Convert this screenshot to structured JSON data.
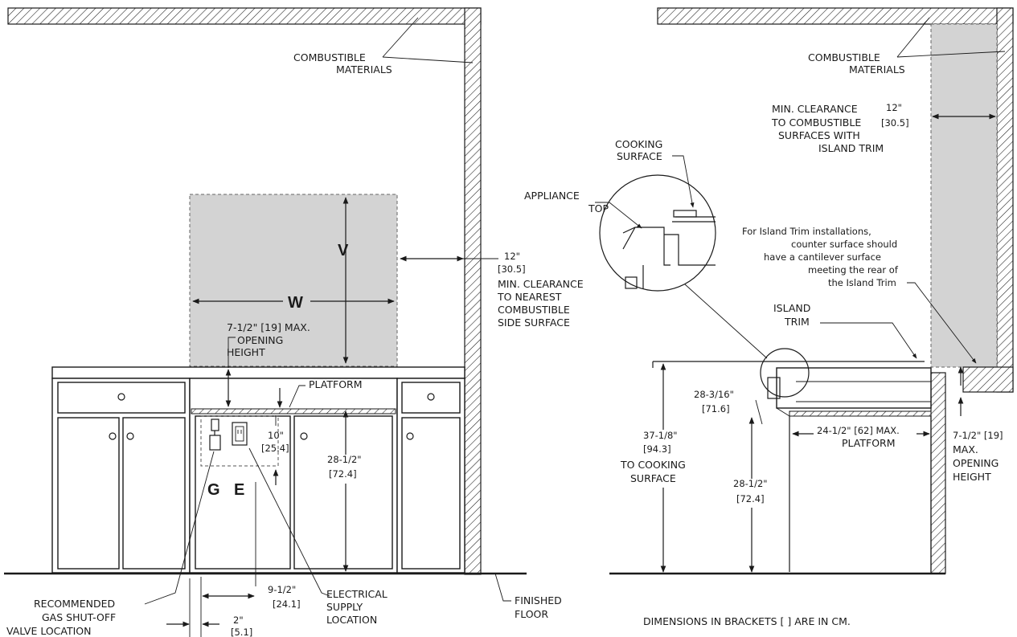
{
  "left": {
    "combustible_materials": [
      "COMBUSTIBLE",
      "MATERIALS"
    ],
    "v_label": "V",
    "w_label": "W",
    "side_clearance": [
      "12\"",
      "[30.5]",
      "MIN. CLEARANCE",
      "TO NEAREST",
      "COMBUSTIBLE",
      "SIDE SURFACE"
    ],
    "opening_height": [
      "7-1/2\" [19] MAX.",
      "OPENING",
      "HEIGHT"
    ],
    "platform": "PLATFORM",
    "ten_inch": [
      "10\"",
      "[25.4]"
    ],
    "height_2812": [
      "28-1/2\"",
      "[72.4]"
    ],
    "g_label": "G",
    "e_label": "E",
    "gas_valve": [
      "RECOMMENDED",
      "GAS SHUT-OFF",
      "VALVE LOCATION"
    ],
    "electrical": [
      "ELECTRICAL",
      "SUPPLY",
      "LOCATION"
    ],
    "nine_half": [
      "9-1/2\"",
      "[24.1]"
    ],
    "two_inch": [
      "2\"",
      "[5.1]"
    ],
    "finished_floor": [
      "FINISHED",
      "FLOOR"
    ]
  },
  "right": {
    "combustible_materials": [
      "COMBUSTIBLE",
      "MATERIALS"
    ],
    "min_clearance": [
      "MIN. CLEARANCE",
      "TO COMBUSTIBLE",
      "SURFACES WITH",
      "ISLAND TRIM"
    ],
    "twelve": [
      "12\"",
      "[30.5]"
    ],
    "cooking_surface": [
      "COOKING",
      "SURFACE"
    ],
    "appliance_top": [
      "APPLIANCE",
      "TOP"
    ],
    "island_note": [
      "For Island Trim installations,",
      "counter surface should",
      "have a cantilever surface",
      "meeting the rear of",
      "the Island Trim"
    ],
    "island_trim": [
      "ISLAND",
      "TRIM"
    ],
    "height_28316": [
      "28-3/16\"",
      "[71.6]"
    ],
    "height_3718": [
      "37-1/8\"",
      "[94.3]",
      "TO COOKING",
      "SURFACE"
    ],
    "platform_depth": [
      "24-1/2\" [62] MAX.",
      "PLATFORM"
    ],
    "opening_height": [
      "7-1/2\" [19]",
      "MAX.",
      "OPENING",
      "HEIGHT"
    ],
    "height_2812": [
      "28-1/2\"",
      "[72.4]"
    ],
    "dims_note": "DIMENSIONS IN BRACKETS [ ] ARE IN CM."
  },
  "colors": {
    "line": "#1a1a1a",
    "shade": "#d3d3d3"
  }
}
